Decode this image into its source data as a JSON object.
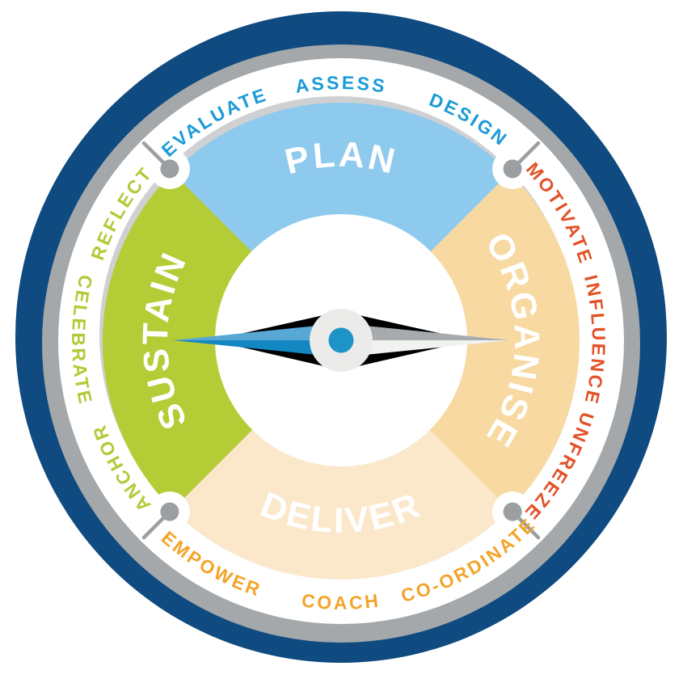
{
  "diagram": {
    "type": "leadership-cycle-compass-wheel",
    "quadrants": [
      {
        "label": "PLAN",
        "color": "#8DCAEE",
        "label_color": "#FFFFFF"
      },
      {
        "label": "ORGANISE",
        "color": "#F7D9A1",
        "label_color": "#FFFFFF"
      },
      {
        "label": "DELIVER",
        "color": "#FBE8CB",
        "label_color": "#FFFFFF"
      },
      {
        "label": "SUSTAIN",
        "color": "#B4CD36",
        "label_color": "#FFFFFF"
      }
    ],
    "ring_words": [
      {
        "label": "ASSESS",
        "color": "#1A9BD7"
      },
      {
        "label": "DESIGN",
        "color": "#1A9BD7"
      },
      {
        "label": "MOTIVATE",
        "color": "#E35127"
      },
      {
        "label": "INFLUENCE",
        "color": "#E35127"
      },
      {
        "label": "UNFREEZE",
        "color": "#E35127"
      },
      {
        "label": "CO-ORDINATE",
        "color": "#F3A42A"
      },
      {
        "label": "COACH",
        "color": "#F3A42A"
      },
      {
        "label": "EMPOWER",
        "color": "#F3A42A"
      },
      {
        "label": "ANCHOR",
        "color": "#B1CA35"
      },
      {
        "label": "CELEBRATE",
        "color": "#B1CA35"
      },
      {
        "label": "REFLECT",
        "color": "#B1CA35"
      },
      {
        "label": "EVALUATE",
        "color": "#1A9BD7"
      }
    ],
    "colors": {
      "outer_ring": "#0F4A80",
      "shadow_ring": "#A4A8AB",
      "white": "#FFFFFF",
      "quadrant_shadow": "#A6A9AC",
      "needle_outline": "#000000",
      "needle_blue_light": "#58A8D6",
      "needle_blue_dark": "#1287C2",
      "needle_gray": "#A8ABAE",
      "needle_white": "#F2F2F1",
      "hub": "#EBEBEA",
      "hub_dot": "#1E93C8",
      "pin": "#9B9FA2"
    }
  }
}
